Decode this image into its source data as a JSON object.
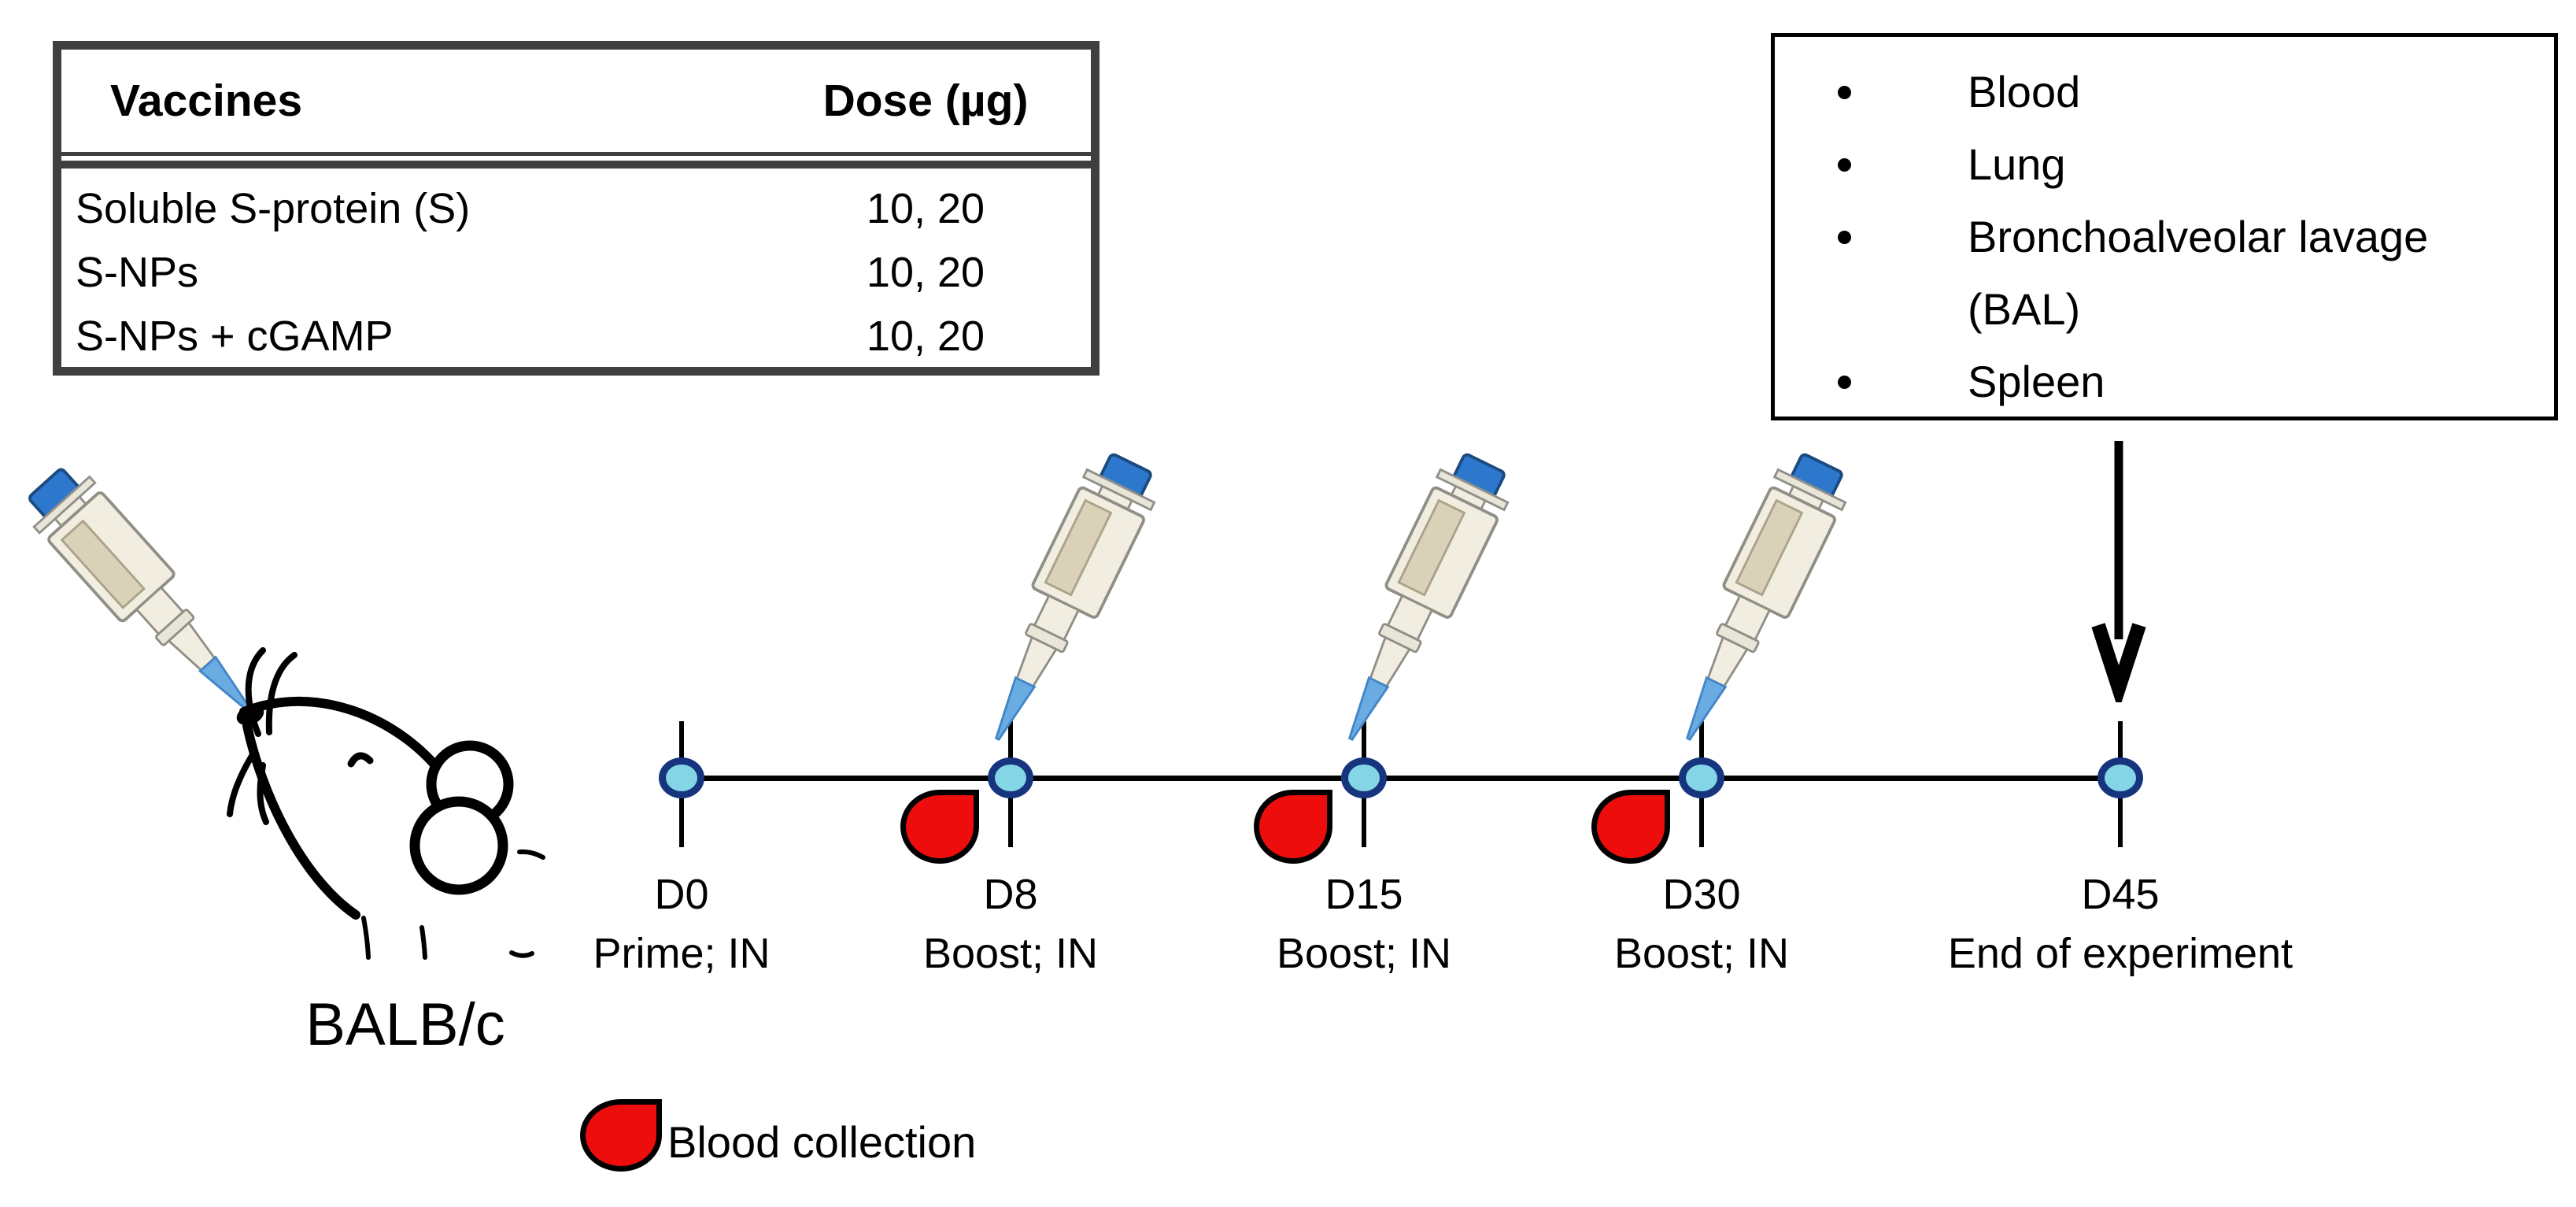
{
  "vaccine_table": {
    "header": {
      "vaccines": "Vaccines",
      "dose": "Dose (µg)"
    },
    "rows": [
      {
        "vaccine": "Soluble S-protein (S)",
        "dose": "10, 20"
      },
      {
        "vaccine": "S-NPs",
        "dose": "10, 20"
      },
      {
        "vaccine": "S-NPs + cGAMP",
        "dose": "10, 20"
      }
    ]
  },
  "samples_box": {
    "items": [
      "Blood",
      "Lung",
      "Bronchoalveolar lavage (BAL)",
      "Spleen"
    ]
  },
  "timeline": {
    "points": [
      {
        "day": "D0",
        "label": "Prime; IN"
      },
      {
        "day": "D8",
        "label": "Boost; IN"
      },
      {
        "day": "D15",
        "label": "Boost; IN"
      },
      {
        "day": "D30",
        "label": "Boost; IN"
      },
      {
        "day": "D45",
        "label": "End of experiment"
      }
    ]
  },
  "mouse": {
    "strain_label": "BALB/c"
  },
  "legend": {
    "blood_collection_label": "Blood collection"
  },
  "colors": {
    "table_border_gray": "#3f3f3f",
    "box_border_black": "#000000",
    "node_fill_cyan": "#84d5e6",
    "node_border_navy": "#16357e",
    "blood_red": "#ee0d0d",
    "pipette_body_cream": "#f1ede0",
    "pipette_inset_tan": "#d9d2b8",
    "pipette_tip_blue": "#6aabe2",
    "pipette_cap_blue": "#2d78cc"
  }
}
